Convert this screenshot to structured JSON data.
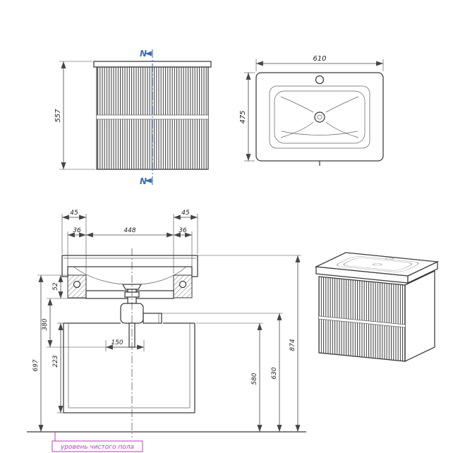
{
  "colors": {
    "line": "#3a3a3a",
    "thin": "#666666",
    "dim": "#454545",
    "section": "#3b6fb5",
    "floor": "#b343b3"
  },
  "front_view": {
    "height": "557",
    "section_label_top": "N",
    "section_label_bottom": "N"
  },
  "top_view": {
    "width": "610",
    "depth": "475"
  },
  "section_view": {
    "overhang_left": "45",
    "overhang_right": "45",
    "bracket_left": "36",
    "bracket_right": "36",
    "inner_span": "448",
    "rail_height": "52",
    "body_height": "380",
    "lower_height": "223",
    "total_height": "697",
    "drain_offset": "150",
    "drain_height": "580",
    "overflow_height": "630",
    "top_height": "874"
  },
  "floor": {
    "label": "уровень чистого пола"
  }
}
